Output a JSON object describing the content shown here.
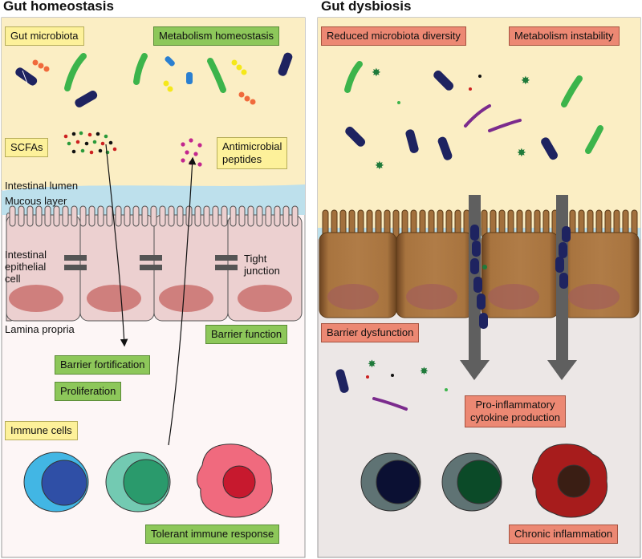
{
  "left_panel": {
    "title": "Gut homeostasis",
    "labels": {
      "gut_microbiota": "Gut microbiota",
      "metabolism_homeostasis": "Metabolism homeostasis",
      "scfas": "SCFAs",
      "antimicrobial_peptides": "Antimicrobial\npeptides",
      "intestinal_lumen": "Intestinal lumen",
      "mucous_layer": "Mucous layer",
      "intestinal_epithelial_cell": "Intestinal\nepithelial\ncell",
      "tight_junction": "Tight\njunction",
      "lamina_propria": "Lamina propria",
      "barrier_function": "Barrier function",
      "barrier_fortification": "Barrier fortification",
      "proliferation": "Proliferation",
      "immune_cells": "Immune cells",
      "tolerant_immune_response": "Tolerant immune response"
    }
  },
  "right_panel": {
    "title": "Gut dysbiosis",
    "labels": {
      "reduced_microbiota_diversity": "Reduced microbiota diversity",
      "metabolism_instability": "Metabolism instability",
      "barrier_dysfunction": "Barrier dysfunction",
      "pro_inflammatory": "Pro-inflammatory\ncytokine production",
      "chronic_inflammation": "Chronic inflammation"
    }
  },
  "colors": {
    "lumen_bg": "#fbeec4",
    "lamina_bg_left": "#fdf6f6",
    "lamina_bg_right": "#ece7e6",
    "mucus": "#bde0ec",
    "healthy_cell": "#ecd0d0",
    "dysbiotic_cell": "#a2703d",
    "nucleus": "#d0817e",
    "tight_junction": "#555555",
    "bacteria_navy": "#1e2360",
    "bacteria_green": "#3cb44b",
    "arrow_gray": "#5f5f5f",
    "label_yellow": "#fdf19a",
    "label_green": "#8dc75a",
    "label_red": "#ec8873"
  }
}
